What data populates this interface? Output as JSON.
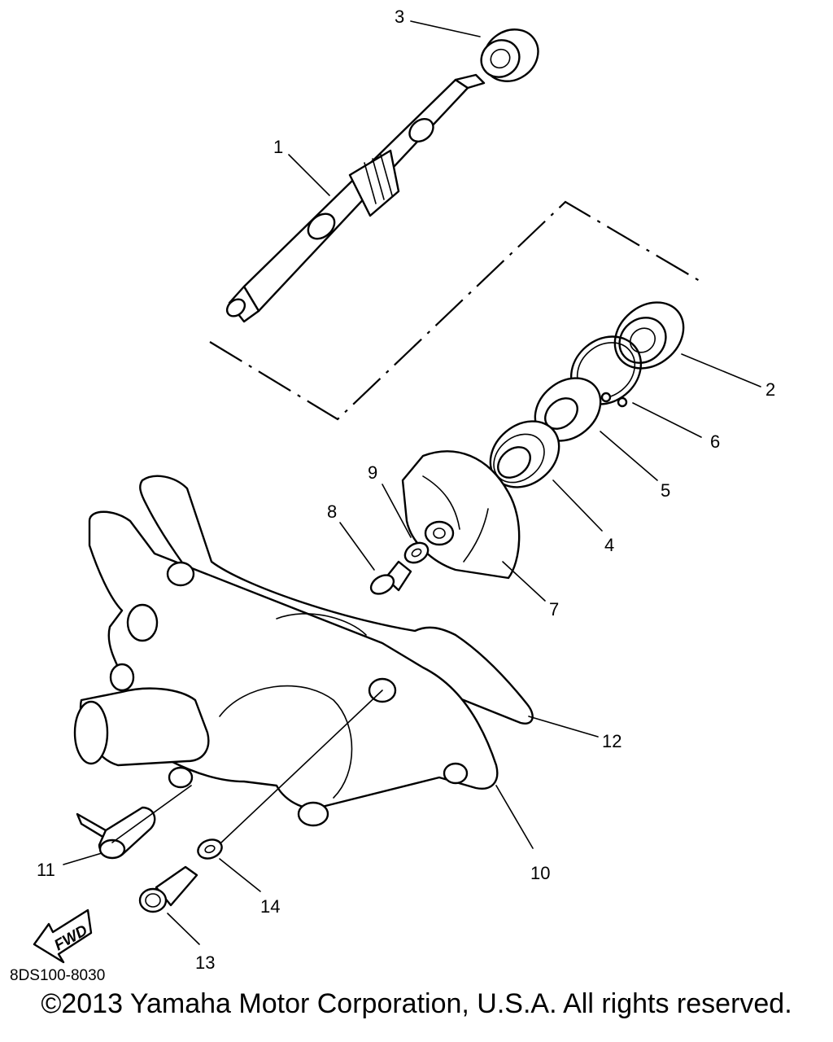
{
  "callouts": {
    "c1": "1",
    "c2": "2",
    "c3": "3",
    "c4": "4",
    "c5": "5",
    "c6": "6",
    "c7": "7",
    "c8": "8",
    "c9": "9",
    "c10": "10",
    "c11": "11",
    "c12": "12",
    "c13": "13",
    "c14": "14"
  },
  "fwd_label": "FWD",
  "drawing_code": "8DS100-8030",
  "copyright": "©2013 Yamaha Motor Corporation, U.S.A. All rights reserved."
}
